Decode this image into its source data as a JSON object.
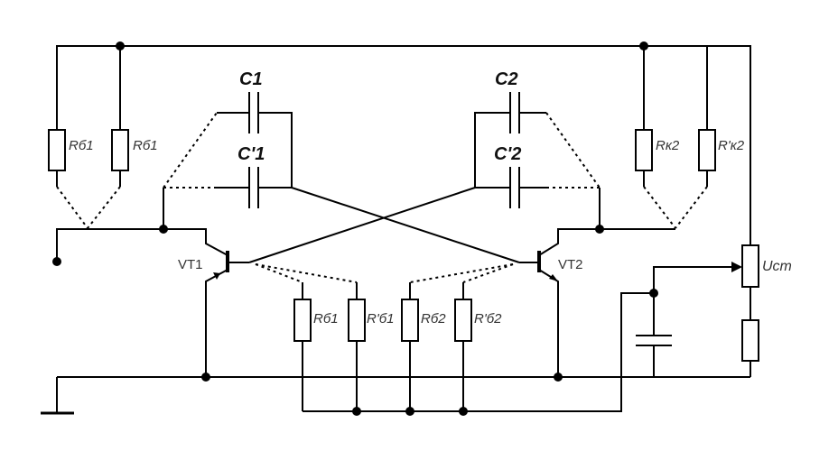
{
  "labels": {
    "rb1_left_a": "Rб1",
    "rb1_left_b": "Rб1",
    "c1": "C1",
    "c1_prime": "C'1",
    "c2": "C2",
    "c2_prime": "C'2",
    "rk2": "Rк2",
    "rk2_prime": "R'к2",
    "vt1": "VT1",
    "vt2": "VT2",
    "rb1_bottom": "Rб1",
    "rb1_prime_bottom": "R'б1",
    "rb2_bottom": "Rб2",
    "rb2_prime_bottom": "R'б2",
    "ust": "Uст"
  }
}
